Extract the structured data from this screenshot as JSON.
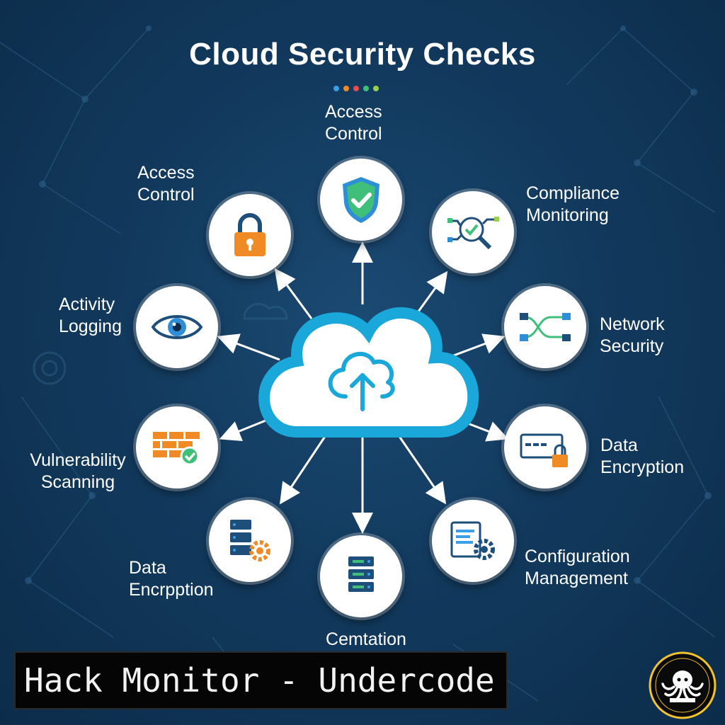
{
  "title": "Cloud Security Checks",
  "accent_dots": [
    "#3aa0e6",
    "#f08a24",
    "#e84b4b",
    "#3fbf7a",
    "#9ad14b"
  ],
  "colors": {
    "background": "#123a5e",
    "cloud": "#1aa7d9",
    "arrow": "#ffffff",
    "node_fill": "#ffffff"
  },
  "center": {
    "icon": "cloud-upload-icon"
  },
  "nodes": [
    {
      "id": "top",
      "label_lines": [
        "Access",
        "Control"
      ],
      "icon": "shield-check-icon"
    },
    {
      "id": "upper-left",
      "label_lines": [
        "Access",
        "Control"
      ],
      "icon": "padlock-icon"
    },
    {
      "id": "upper-right",
      "label_lines": [
        "Compliance",
        "Monitoring"
      ],
      "icon": "magnifier-network-icon"
    },
    {
      "id": "left",
      "label_lines": [
        "Activity",
        "Logging"
      ],
      "icon": "eye-icon"
    },
    {
      "id": "right",
      "label_lines": [
        "Network",
        "Security"
      ],
      "icon": "network-diagram-icon"
    },
    {
      "id": "lower-left-mid",
      "label_lines": [
        "Vulnerability",
        "Scanning"
      ],
      "icon": "firewall-check-icon"
    },
    {
      "id": "lower-right-mid",
      "label_lines": [
        "Data",
        "Encryption"
      ],
      "icon": "password-lock-icon"
    },
    {
      "id": "lower-left",
      "label_lines": [
        "Data",
        "Encrpption"
      ],
      "icon": "server-gear-icon"
    },
    {
      "id": "bottom",
      "label_lines": [
        "Cemtation"
      ],
      "icon": "server-stack-icon"
    },
    {
      "id": "lower-right",
      "label_lines": [
        "Configuration",
        "Management"
      ],
      "icon": "document-gear-icon"
    }
  ],
  "banner": {
    "text": "Hack Monitor - Undercode"
  },
  "logo": {
    "icon": "octopus-logo-icon"
  }
}
